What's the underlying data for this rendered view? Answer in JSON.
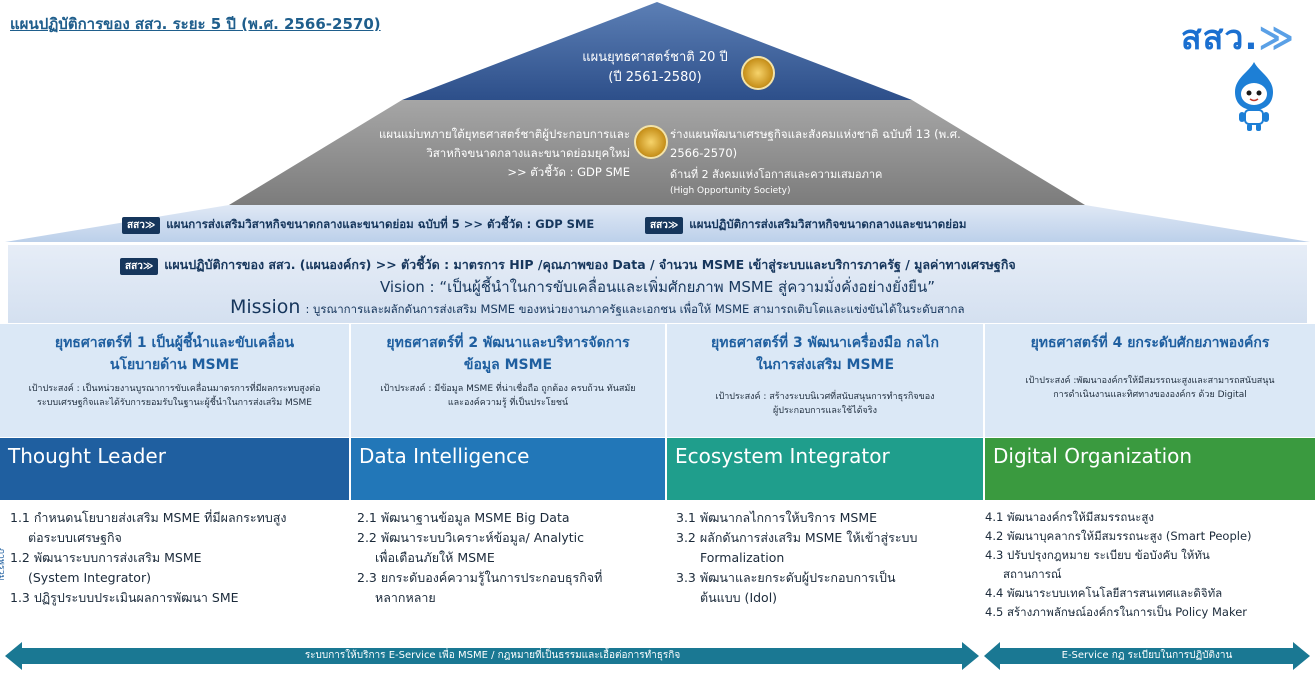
{
  "header": {
    "title": "แผนปฏิบัติการของ สสว. ระยะ 5 ปี (พ.ศ. 2566-2570)",
    "logo_text": "สสว.",
    "logo_chevrons": "≫"
  },
  "roof": {
    "national_strategy_line1": "แผนยุทธศาสตร์ชาติ 20 ปี",
    "national_strategy_line2": "(ปี 2561-2580)",
    "master_plan_line1": "แผนแม่บทภายใต้ยุทธศาสตร์ชาติผู้ประกอบการและ",
    "master_plan_line2": "วิสาหกิจขนาดกลางและขนาดย่อมยุคใหม่",
    "master_plan_kpi": ">> ตัวชี้วัด : GDP SME",
    "nesdp_line1": "ร่างแผนพัฒนาเศรษฐกิจและสังคมแห่งชาติ ฉบับที่ 13 (พ.ศ.",
    "nesdp_line2": "2566-2570)",
    "nesdp_dim_line1": "ด้านที่ 2 สังคมแห่งโอกาสและความเสมอภาค",
    "nesdp_dim_line2": "(High Opportunity Society)"
  },
  "band": {
    "badge": "สสว≫",
    "sme_plan": "แผนการส่งเสริมวิสาหกิจขนาดกลางและขนาดย่อม ฉบับที่ 5 >> ตัวชี้วัด : GDP SME",
    "action_plan": "แผนปฏิบัติการส่งเสริมวิสาหกิจขนาดกลางและขนาดย่อม"
  },
  "mission_block": {
    "badge": "สสว≫",
    "org_plan": "แผนปฏิบัติการของ สสว. (แผนองค์กร) >> ตัวชี้วัด : มาตรการ HIP /คุณภาพของ Data / จำนวน MSME เข้าสู่ระบบและบริการภาครัฐ / มูลค่าทางเศรษฐกิจ",
    "vision": "Vision : “เป็นผู้ชี้นำในการขับเคลื่อนและเพิ่มศักยภาพ MSME สู่ความมั่งคั่งอย่างยั่งยืน”",
    "mission_label": "Mission",
    "mission_text": ": บูรณาการและผลักดันการส่งเสริม MSME ของหน่วยงานภาครัฐและเอกชน เพื่อให้ MSME สามารถเติบโตและแข่งขันได้ในระดับสากล"
  },
  "strategies": [
    {
      "title_line1": "ยุทธศาสตร์ที่ 1 เป็นผู้ชี้นำและขับเคลื่อน",
      "title_line2": "นโยบายด้าน MSME",
      "goal_line1": "เป้าประสงค์ : เป็นหน่วยงานบูรณาการขับเคลื่อนมาตรการที่มีผลกระทบสูงต่อ",
      "goal_line2": "ระบบเศรษฐกิจและได้รับการยอมรับในฐานะผู้ชี้นำในการส่งเสริม MSME",
      "pillar": "Thought Leader",
      "pillar_color": "#1f5fa0",
      "items": [
        "1.1 กำหนดนโยบายส่งเสริม MSME ที่มีผลกระทบสูง",
        "ต่อระบบเศรษฐกิจ",
        "1.2 พัฒนาระบบการส่งเสริม MSME",
        "(System Integrator)",
        "1.3 ปฏิรูประบบประเมินผลการพัฒนา SME"
      ]
    },
    {
      "title_line1": "ยุทธศาสตร์ที่ 2 พัฒนาและบริหารจัดการ",
      "title_line2": "ข้อมูล MSME",
      "goal_line1": "เป้าประสงค์ : มีข้อมูล MSME ที่น่าเชื่อถือ ถูกต้อง ครบถ้วน ทันสมัย",
      "goal_line2": "และองค์ความรู้ ที่เป็นประโยชน์",
      "pillar": "Data Intelligence",
      "pillar_color": "#2277b8",
      "items": [
        "2.1 พัฒนาฐานข้อมูล MSME Big Data",
        "2.2 พัฒนาระบบวิเคราะห์ข้อมูล/ Analytic",
        "เพื่อเตือนภัยให้ MSME",
        "2.3 ยกระดับองค์ความรู้ในการประกอบธุรกิจที่",
        "หลากหลาย"
      ]
    },
    {
      "title_line1": "ยุทธศาสตร์ที่ 3 พัฒนาเครื่องมือ กลไก",
      "title_line2": "ในการส่งเสริม MSME",
      "goal_line1": "เป้าประสงค์ : สร้างระบบนิเวศที่สนับสนุนการทำธุรกิจของ",
      "goal_line2": "ผู้ประกอบการและใช้ได้จริง",
      "pillar": "Ecosystem Integrator",
      "pillar_color": "#1f9e8c",
      "items": [
        "3.1 พัฒนากลไกการให้บริการ MSME",
        "3.2 ผลักดันการส่งเสริม MSME ให้เข้าสู่ระบบ",
        "Formalization",
        "3.3 พัฒนาและยกระดับผู้ประกอบการเป็น",
        "ต้นแบบ (Idol)"
      ]
    },
    {
      "title_line1": "ยุทธศาสตร์ที่ 4 ยกระดับศักยภาพองค์กร",
      "title_line2": "",
      "goal_line1": "เป้าประสงค์ :พัฒนาองค์กรให้มีสมรรถนะสูงและสามารถสนับสนุน",
      "goal_line2": "การดำเนินงานและทิศทางขององค์กร ด้วย Digital",
      "pillar": "Digital Organization",
      "pillar_color": "#3a9a3f",
      "items": [
        "4.1 พัฒนาองค์กรให้มีสมรรถนะสูง",
        "4.2 พัฒนาบุคลากรให้มีสมรรถนะสูง (Smart People)",
        "4.3 ปรับปรุงกฎหมาย ระเบียบ ข้อบังคับ ให้ทัน",
        "สถานการณ์",
        "4.4 พัฒนาระบบเทคโนโลยีสารสนเทศและดิจิทัล",
        "4.5 สร้างภาพลักษณ์องค์กรในการเป็น Policy Maker"
      ]
    }
  ],
  "footer": {
    "left_arrow": "ระบบการให้บริการ E-Service เพื่อ MSME / กฎหมายที่เป็นธรรมและเอื้อต่อการทำธุรกิจ",
    "right_arrow": "E-Service กฎ ระเบียบในการปฏิบัติงาน"
  },
  "side_label": "ภาพรวม"
}
